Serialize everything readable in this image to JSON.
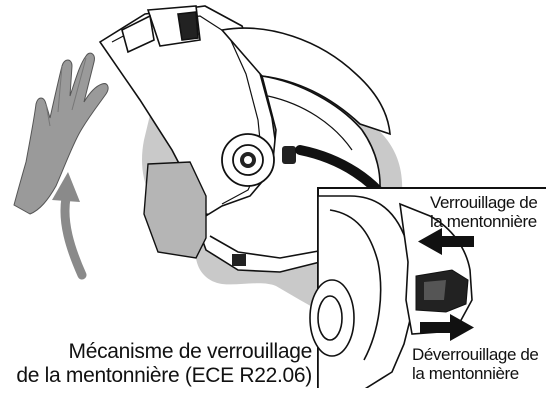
{
  "caption": {
    "line1": "Mécanisme de verrouillage",
    "line2": "de la mentonnière (ECE R22.06)"
  },
  "inset": {
    "lock": {
      "line1": "Verrouillage de",
      "line2": "la mentonnière"
    },
    "unlock": {
      "line1": "Déverrouillage de",
      "line2": "la mentonnière"
    }
  },
  "colors": {
    "line": "#111111",
    "head_gray": "#c9c9c9",
    "arrow_gray": "#8a8a8a",
    "hand_gray": "#9a9a9a",
    "visor_gray": "#b5b5b5",
    "dark_part": "#222222"
  },
  "icons": [
    "hand-icon",
    "curved-lift-arrow-icon",
    "connector-arrow-icon",
    "lock-arrow-icon",
    "unlock-arrow-icon"
  ]
}
